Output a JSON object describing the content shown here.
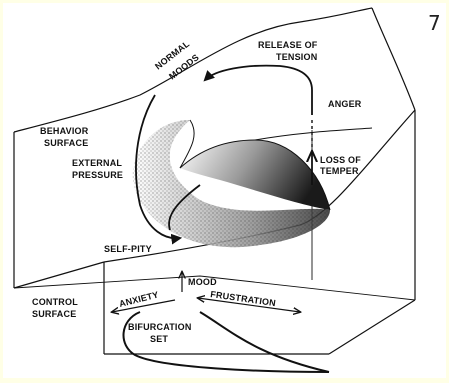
{
  "figure": {
    "number": "7",
    "labels": {
      "normal_moods_1": "NORMAL",
      "normal_moods_2": "MOODS",
      "release_1": "RELEASE OF",
      "release_2": "TENSION",
      "anger": "ANGER",
      "behavior_1": "BEHAVIOR",
      "behavior_2": "SURFACE",
      "external_1": "EXTERNAL",
      "external_2": "PRESSURE",
      "loss_1": "LOSS OF",
      "loss_2": "TEMPER",
      "self_pity": "SELF-PITY",
      "mood": "MOOD",
      "anxiety": "ANXIETY",
      "frustration": "FRUSTRATION",
      "control_1": "CONTROL",
      "control_2": "SURFACE",
      "bifurcation_1": "BIFURCATION",
      "bifurcation_2": "SET"
    },
    "colors": {
      "ink": "#111111",
      "outer_background": "#ffffe6",
      "panel": "#ffffff"
    }
  }
}
